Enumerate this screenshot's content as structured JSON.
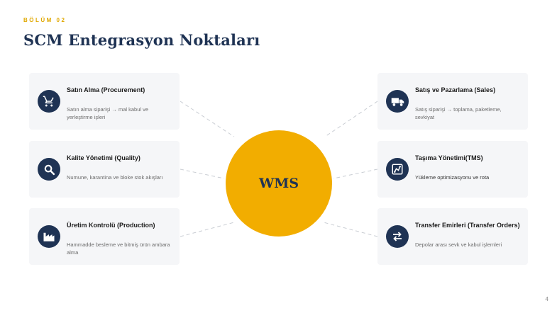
{
  "header": {
    "section_label": "BÖLÜM 02",
    "title": "SCM Entegrasyon Noktaları"
  },
  "hub": {
    "label": "WMS",
    "color": "#f2ad00"
  },
  "colors": {
    "accent": "#e0a800",
    "navy": "#1f3354",
    "card_bg": "#f5f6f8"
  },
  "cards": {
    "procurement": {
      "icon": "shopping-cart-icon",
      "title": "Satın Alma (Procurement)",
      "desc": "Satın alma siparişi → mal kabul ve yerleştirme işleri"
    },
    "quality": {
      "icon": "magnifier-icon",
      "title": "Kalite Yönetimi (Quality)",
      "desc": "Numune, karantina ve bloke stok akışları"
    },
    "production": {
      "icon": "factory-icon",
      "title": "Üretim Kontrolü (Production)",
      "desc": "Hammadde besleme ve bitmiş ürün ambara alma"
    },
    "sales": {
      "icon": "delivery-truck-icon",
      "title": "Satış ve Pazarlama (Sales)",
      "desc": "Satış siparişi → toplama, paketleme, sevkiyat"
    },
    "tms": {
      "icon": "route-map-icon",
      "title": "Taşıma Yönetimi(TMS)",
      "desc": "Yükleme optimizasyonu ve rota"
    },
    "transfer": {
      "icon": "swap-arrows-icon",
      "title": "Transfer Emirleri (Transfer Orders)",
      "desc": "Depolar arası sevk ve kabul işlemleri"
    }
  },
  "footer": {
    "page_number": "4"
  }
}
